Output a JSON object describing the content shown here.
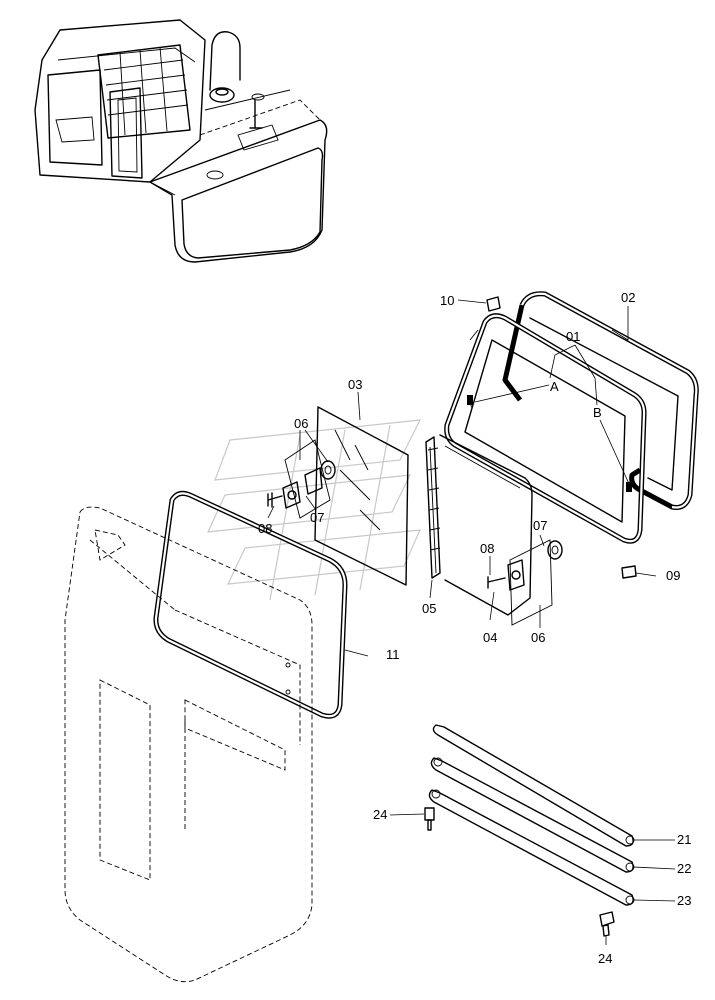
{
  "callouts": {
    "p01": "01",
    "p02": "02",
    "p03": "03",
    "p04": "04",
    "p05": "05",
    "p06a": "06",
    "p06b": "06",
    "p07a": "07",
    "p07b": "07",
    "p08a": "08",
    "p08b": "08",
    "p09": "09",
    "p10": "10",
    "p11": "11",
    "p21": "21",
    "p22": "22",
    "p23": "23",
    "p24a": "24",
    "p24b": "24",
    "refA": "A",
    "refB": "B"
  }
}
